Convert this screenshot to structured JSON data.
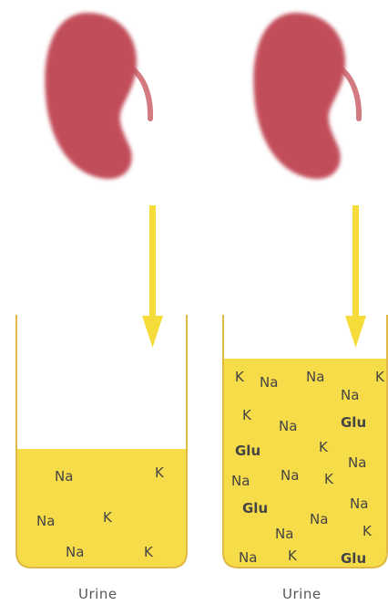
{
  "panels": [
    {
      "label": "Urine",
      "particles": [
        {
          "text": "Na",
          "bold": false
        },
        {
          "text": "K",
          "bold": false
        },
        {
          "text": "Na",
          "bold": false
        },
        {
          "text": "K",
          "bold": false
        },
        {
          "text": "Na",
          "bold": false
        },
        {
          "text": "K",
          "bold": false
        }
      ]
    },
    {
      "label": "Urine",
      "particles": [
        {
          "text": "K",
          "bold": false
        },
        {
          "text": "Na",
          "bold": false
        },
        {
          "text": "Na",
          "bold": false
        },
        {
          "text": "Na",
          "bold": false
        },
        {
          "text": "K",
          "bold": false
        },
        {
          "text": "K",
          "bold": false
        },
        {
          "text": "Na",
          "bold": false
        },
        {
          "text": "Glu",
          "bold": true
        },
        {
          "text": "Glu",
          "bold": true
        },
        {
          "text": "K",
          "bold": false
        },
        {
          "text": "Na",
          "bold": false
        },
        {
          "text": "Na",
          "bold": false
        },
        {
          "text": "Na",
          "bold": false
        },
        {
          "text": "K",
          "bold": false
        },
        {
          "text": "Glu",
          "bold": true
        },
        {
          "text": "Na",
          "bold": false
        },
        {
          "text": "Na",
          "bold": false
        },
        {
          "text": "Na",
          "bold": false
        },
        {
          "text": "K",
          "bold": false
        },
        {
          "text": "Na",
          "bold": false
        },
        {
          "text": "K",
          "bold": false
        },
        {
          "text": "Glu",
          "bold": true
        }
      ]
    }
  ],
  "colors": {
    "kidney": "#c24d5a",
    "kidney_edge": "#d27a80",
    "arrow": "#f5dc3a",
    "urine": "#f7dc4a",
    "beaker": "#e0b845",
    "text": "#444444"
  }
}
